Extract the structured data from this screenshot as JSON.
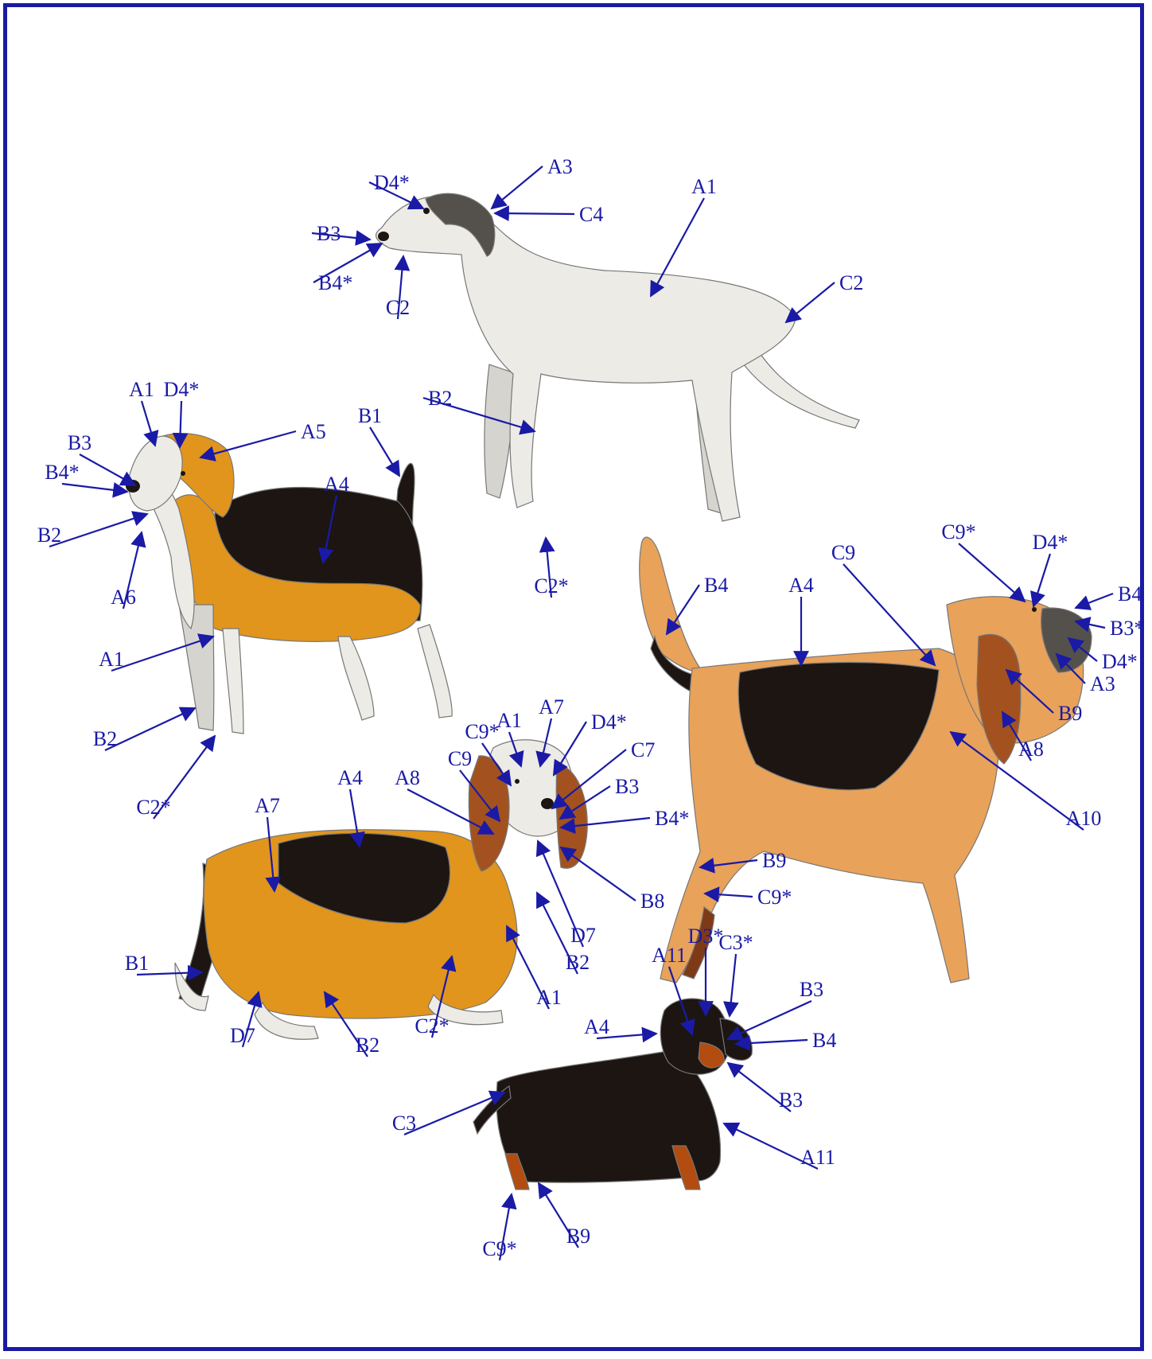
{
  "colors": {
    "frame": "#1a1aa6",
    "label": "#1a1aa6",
    "white": "#ecebe6",
    "light_grey": "#d6d4cf",
    "dark_grey": "#54504c",
    "black": "#1c1512",
    "tan": "#e8a25a",
    "orange": "#e1951c",
    "rust": "#b24c10",
    "chestnut": "#a3521f",
    "mahogany": "#7e3a17"
  },
  "dogs": [
    {
      "name": "greyhound",
      "labels": [
        "D4*",
        "A3",
        "A1",
        "B3",
        "C4",
        "B4*",
        "C2",
        "C2",
        "B2",
        "C2*"
      ]
    },
    {
      "name": "beagle",
      "labels": [
        "A1",
        "D4*",
        "B3",
        "A5",
        "B1",
        "B4*",
        "A4",
        "B2",
        "A6",
        "A1",
        "B2",
        "C2*"
      ]
    },
    {
      "name": "bloodhound",
      "labels": [
        "C9*",
        "D4*",
        "C9",
        "B4",
        "A4",
        "B4",
        "B3*",
        "D4*",
        "A3",
        "B9",
        "A8",
        "A10",
        "B9",
        "C9*"
      ]
    },
    {
      "name": "basset",
      "labels": [
        "A1",
        "A7",
        "C9*",
        "D4*",
        "C9",
        "C7",
        "A4",
        "A8",
        "B3",
        "A7",
        "B4*",
        "B8",
        "D7",
        "B2",
        "B1",
        "A1",
        "D7",
        "C2*",
        "B2"
      ]
    },
    {
      "name": "dachshund",
      "labels": [
        "D3*",
        "A11",
        "C3*",
        "B3",
        "A4",
        "B4",
        "B3",
        "C3",
        "A11",
        "C9*",
        "B9"
      ]
    }
  ]
}
